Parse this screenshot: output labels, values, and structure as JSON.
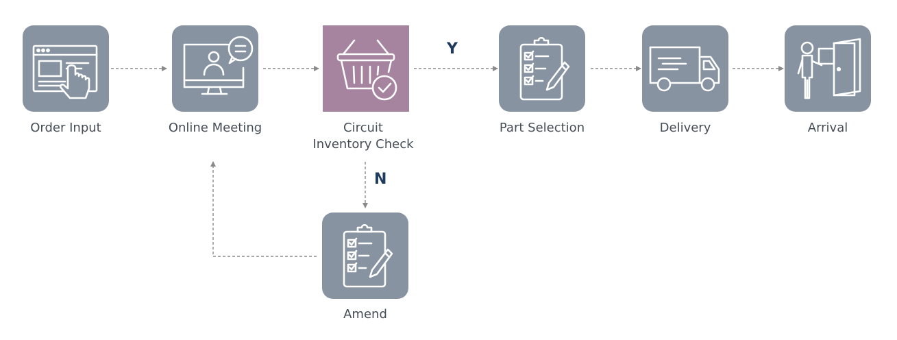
{
  "steps": [
    {
      "id": "order-input",
      "label": "Order Input",
      "icon": "browser-click-icon"
    },
    {
      "id": "online-meeting",
      "label": "Online Meeting",
      "icon": "monitor-chat-icon"
    },
    {
      "id": "circuit-inventory-check",
      "label_line1": "Circuit",
      "label_line2": "Inventory Check",
      "icon": "basket-check-icon"
    },
    {
      "id": "part-selection",
      "label": "Part Selection",
      "icon": "clipboard-checklist-icon"
    },
    {
      "id": "delivery",
      "label": "Delivery",
      "icon": "truck-icon"
    },
    {
      "id": "arrival",
      "label": "Arrival",
      "icon": "person-door-icon"
    },
    {
      "id": "amend",
      "label": "Amend",
      "icon": "clipboard-checklist-icon"
    }
  ],
  "branches": {
    "yes": "Y",
    "no": "N"
  },
  "colors": {
    "tile": "#8793a0",
    "active_tile": "#a6849f",
    "label_text": "#444c55",
    "branch_text": "#1e3a5c",
    "arrow": "#8a8a8a"
  }
}
